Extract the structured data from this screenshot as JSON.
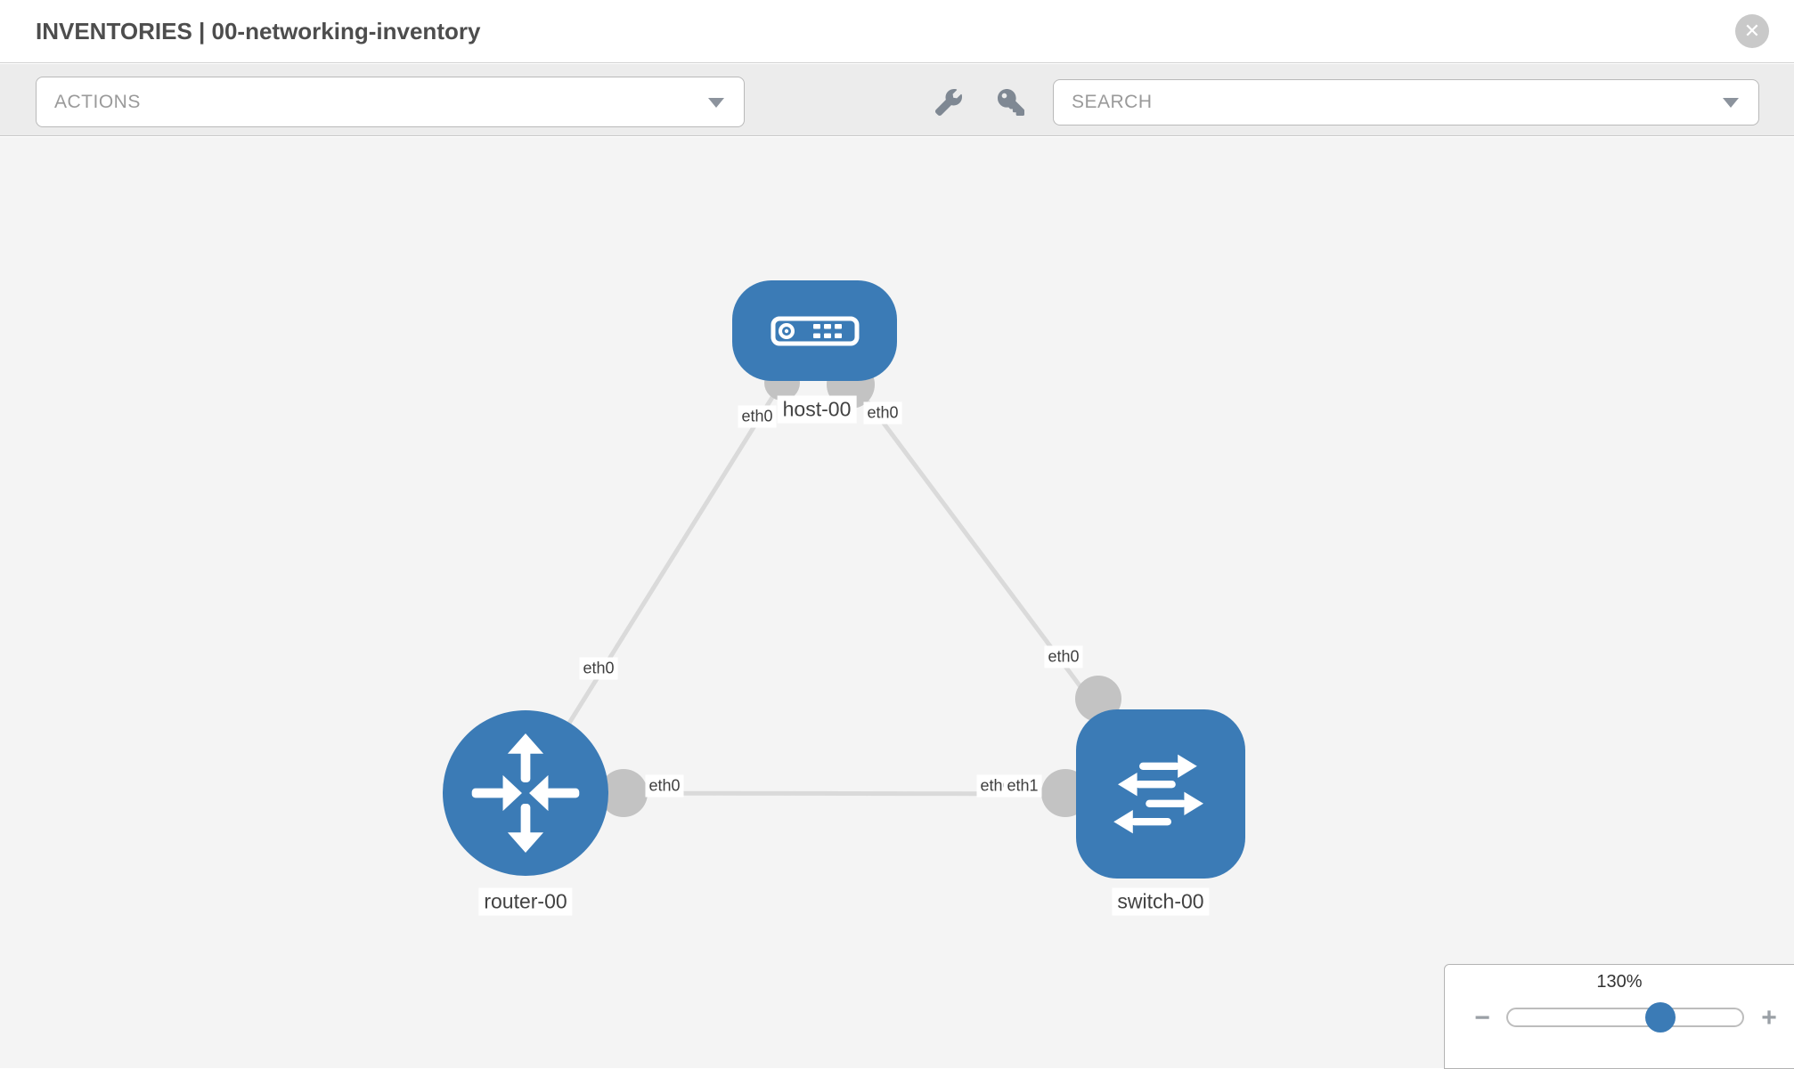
{
  "header": {
    "title": "INVENTORIES | 00-networking-inventory",
    "close_glyph": "✕"
  },
  "toolbar": {
    "actions_label": "ACTIONS",
    "search_label": "SEARCH",
    "icons": [
      "wrench-icon",
      "key-icon"
    ]
  },
  "topology": {
    "nodes": [
      {
        "id": "host-00",
        "label": "host-00",
        "type": "host",
        "shape": "rounded-rect"
      },
      {
        "id": "router-00",
        "label": "router-00",
        "type": "router",
        "shape": "circle"
      },
      {
        "id": "switch-00",
        "label": "switch-00",
        "type": "switch",
        "shape": "rounded-square"
      }
    ],
    "links": [
      {
        "from": "host-00",
        "to": "router-00"
      },
      {
        "from": "host-00",
        "to": "switch-00"
      },
      {
        "from": "router-00",
        "to": "switch-00"
      }
    ],
    "interface_labels": [
      {
        "text": "eth0",
        "near": "host-00 left"
      },
      {
        "text": "eth0",
        "near": "host-00 right"
      },
      {
        "text": "eth0",
        "near": "router-00 uplink"
      },
      {
        "text": "eth0",
        "near": "switch-00 top"
      },
      {
        "text": "eth0",
        "near": "router-00 right"
      },
      {
        "text": "eth0",
        "near": "switch-00 left (underneath)"
      },
      {
        "text": "eth1",
        "near": "switch-00 left (on top)"
      }
    ]
  },
  "zoom_control": {
    "level": "130%",
    "percent": 65,
    "minus_glyph": "−",
    "plus_glyph": "+"
  },
  "colors": {
    "node_blue": "#3b7bb6",
    "link_gray": "#dadada",
    "connector_gray": "#c3c3c3",
    "canvas_bg": "#f4f4f4",
    "toolbar_bg": "#ececec"
  }
}
